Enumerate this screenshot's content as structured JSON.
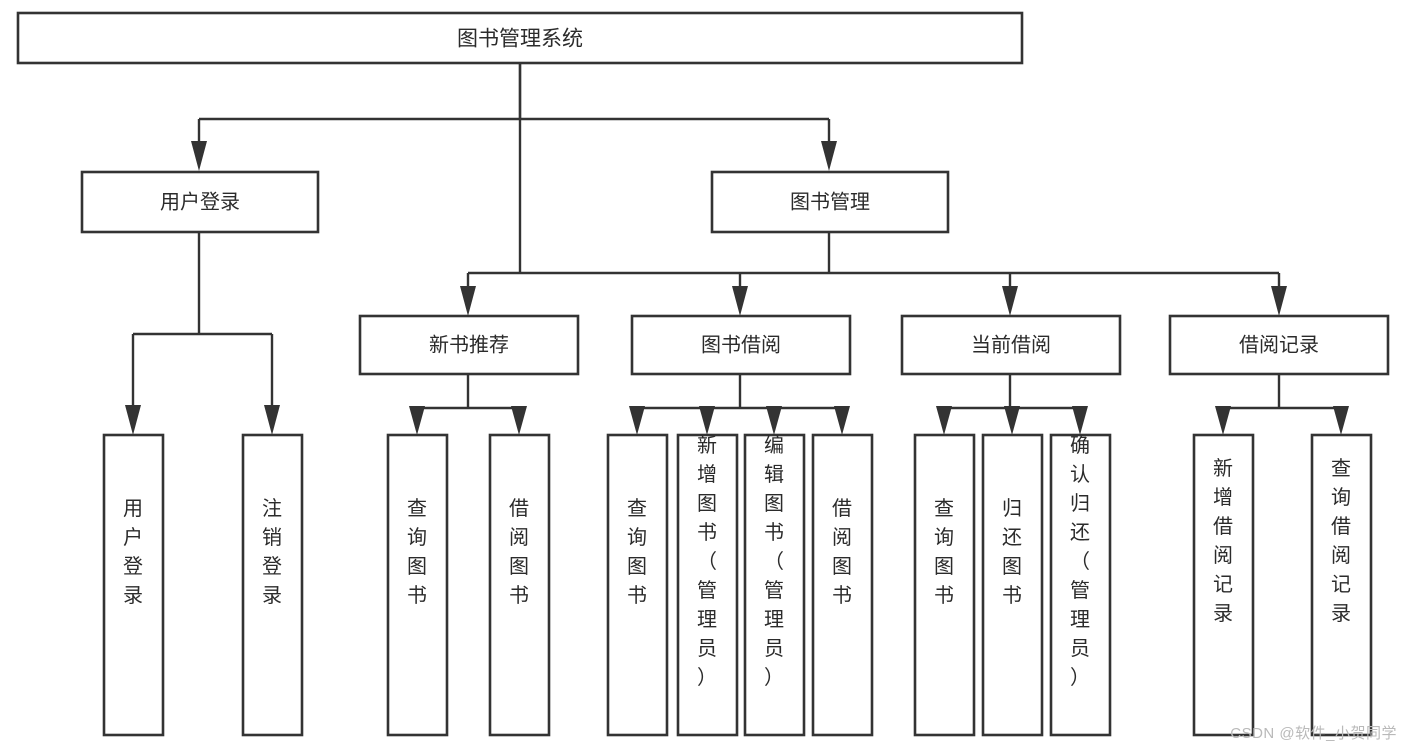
{
  "diagram": {
    "type": "tree-hierarchy-flowchart",
    "root": {
      "id": "root",
      "label": "图书管理系统"
    },
    "level1": [
      {
        "id": "user-login",
        "label": "用户登录"
      },
      {
        "id": "book-management",
        "label": "图书管理"
      }
    ],
    "level2": [
      {
        "id": "new-book-recommend",
        "label": "新书推荐",
        "parent": "book-management"
      },
      {
        "id": "book-borrow",
        "label": "图书借阅",
        "parent": "book-management"
      },
      {
        "id": "current-borrow",
        "label": "当前借阅",
        "parent": "book-management"
      },
      {
        "id": "borrow-record",
        "label": "借阅记录",
        "parent": "book-management"
      }
    ],
    "leaves": {
      "user-login": [
        {
          "id": "leaf-user-login",
          "label": "用户登录"
        },
        {
          "id": "leaf-logout",
          "label": "注销登录"
        }
      ],
      "new-book-recommend": [
        {
          "id": "leaf-query-book-1",
          "label": "查询图书"
        },
        {
          "id": "leaf-borrow-book-1",
          "label": "借阅图书"
        }
      ],
      "book-borrow": [
        {
          "id": "leaf-query-book-2",
          "label": "查询图书"
        },
        {
          "id": "leaf-add-book",
          "label": "新增图书（管理员）"
        },
        {
          "id": "leaf-edit-book",
          "label": "编辑图书（管理员）"
        },
        {
          "id": "leaf-borrow-book-2",
          "label": "借阅图书"
        }
      ],
      "current-borrow": [
        {
          "id": "leaf-query-book-3",
          "label": "查询图书"
        },
        {
          "id": "leaf-return-book",
          "label": "归还图书"
        },
        {
          "id": "leaf-confirm-return",
          "label": "确认归还（管理员）"
        }
      ],
      "borrow-record": [
        {
          "id": "leaf-add-record",
          "label": "新增借阅记录"
        },
        {
          "id": "leaf-query-record",
          "label": "查询借阅记录"
        }
      ]
    },
    "colors": {
      "box_stroke": "#333333",
      "box_fill": "#ffffff",
      "text": "#2b2b2b",
      "connector": "#333333",
      "watermark": "#b9b9b9",
      "background": "#ffffff"
    }
  },
  "watermark": {
    "text": "CSDN @软件_小贺同学"
  }
}
